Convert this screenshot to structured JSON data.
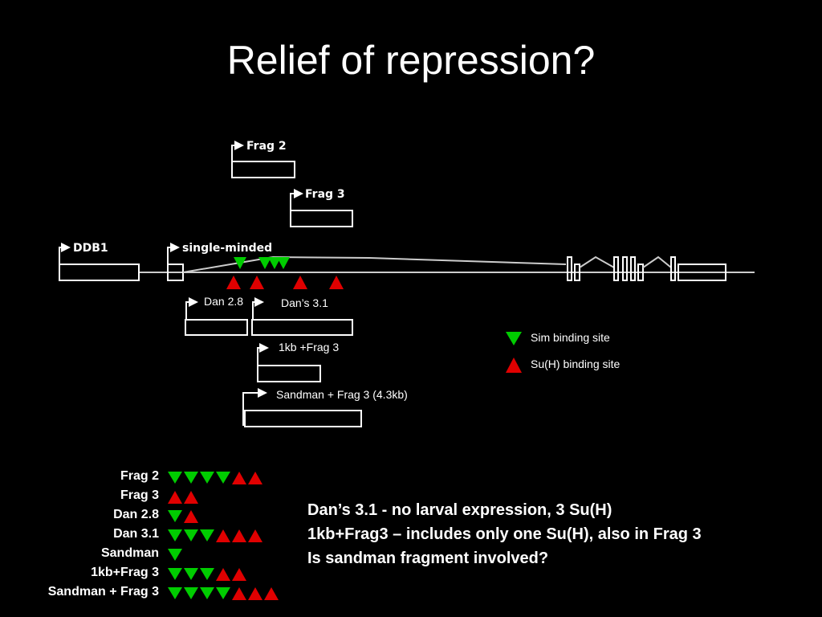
{
  "title": "Relief of repression?",
  "gene_labels": {
    "frag2": "Frag 2",
    "frag3": "Frag 3",
    "ddb1": "DDB1",
    "single_minded": "single-minded",
    "dan28": "Dan 2.8",
    "dans31": "Dan’s 3.1",
    "kb_frag3": "1kb +Frag 3",
    "sandman_frag3": "Sandman + Frag 3  (4.3kb)"
  },
  "legend": {
    "sim": "Sim binding site",
    "suh": "Su(H) binding site"
  },
  "colors": {
    "sim": "#00cc00",
    "suh": "#e00000",
    "outline": "#ffffff"
  },
  "summary_rows": [
    {
      "label": "Frag 2",
      "sim": 4,
      "suh": 2
    },
    {
      "label": "Frag 3",
      "sim": 0,
      "suh": 2
    },
    {
      "label": "Dan 2.8",
      "sim": 1,
      "suh": 1
    },
    {
      "label": "Dan 3.1",
      "sim": 3,
      "suh": 3
    },
    {
      "label": "Sandman",
      "sim": 1,
      "suh": 0
    },
    {
      "label": "1kb+Frag 3",
      "sim": 3,
      "suh": 2
    },
    {
      "label": "Sandman + Frag 3",
      "sim": 4,
      "suh": 3
    }
  ],
  "notes": [
    "Dan’s 3.1 - no larval expression, 3 Su(H)",
    "1kb+Frag3 – includes only one Su(H), also in Frag 3",
    "Is sandman fragment involved?"
  ]
}
